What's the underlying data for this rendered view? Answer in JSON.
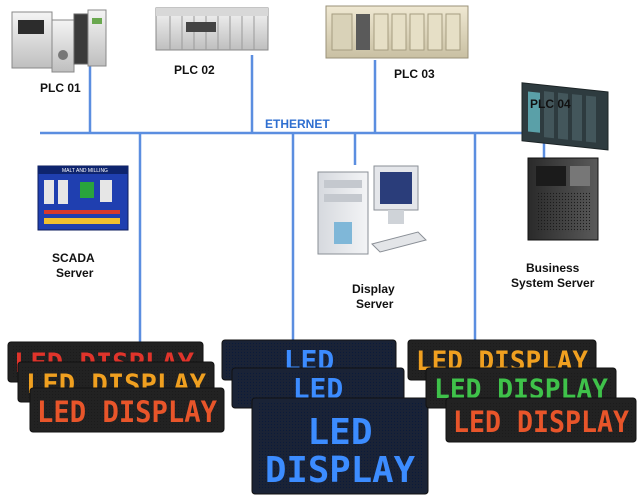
{
  "network": {
    "label": "ETHERNET",
    "line_color": "#5b8ee0"
  },
  "plcs": [
    {
      "label": "PLC 01"
    },
    {
      "label": "PLC 02"
    },
    {
      "label": "PLC 03"
    },
    {
      "label": "PLC 04"
    }
  ],
  "servers": [
    {
      "line1": "SCADA",
      "line2": "Server",
      "screen_title": "MALT AND MILLING"
    },
    {
      "line1": "Display",
      "line2": "Server"
    },
    {
      "line1": "Business",
      "line2": "System Server"
    }
  ],
  "led_groups": [
    {
      "panels": [
        {
          "text": "LED DISPLAY"
        },
        {
          "text": "LED DISPLAY"
        },
        {
          "text": "LED DISPLAY"
        }
      ],
      "colors": [
        "#e0342b",
        "#f0a020",
        "#3fc24a"
      ]
    },
    {
      "panels": [
        {
          "text": "LED"
        },
        {
          "text": "LED"
        },
        {
          "text_line1": "LED",
          "text_line2": "DISPLAY"
        }
      ],
      "colors": [
        "#3c8cff"
      ]
    },
    {
      "panels": [
        {
          "text": "LED DISPLAY"
        },
        {
          "text": "LED DISPLAY"
        },
        {
          "text": "LED DISPLAY"
        }
      ],
      "colors": [
        "#e0342b",
        "#f0a020",
        "#3fc24a"
      ]
    }
  ]
}
